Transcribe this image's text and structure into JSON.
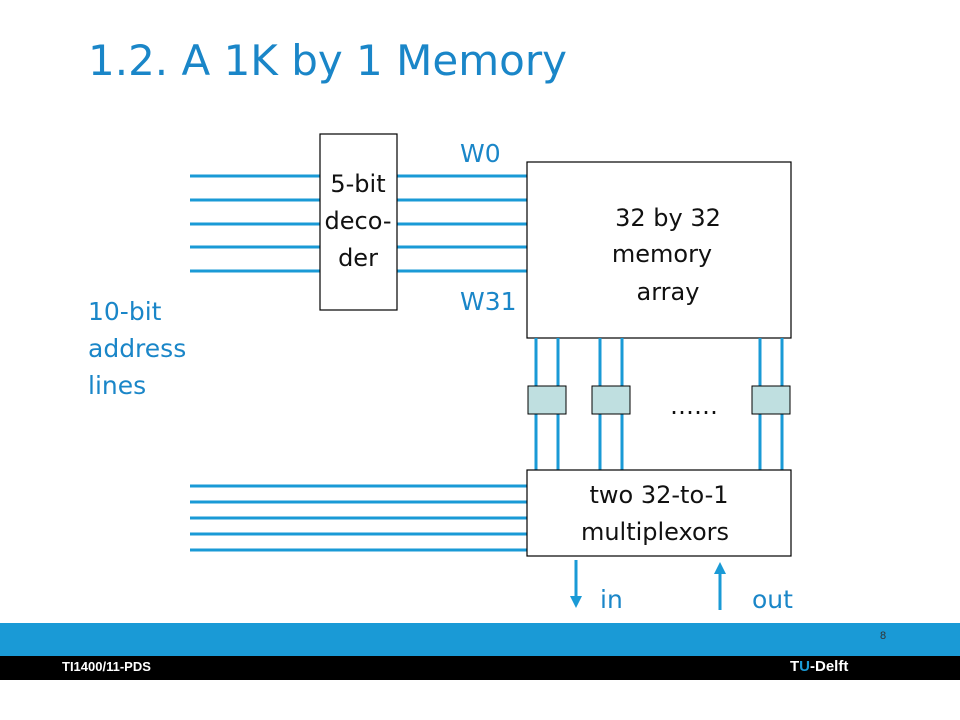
{
  "slide": {
    "title": "1.2. A 1K by 1 Memory",
    "page_number": "8",
    "course_code": "TI1400/11-PDS",
    "brand": {
      "prefix": "T",
      "highlight": "U",
      "suffix": "-Delft"
    }
  },
  "diagram": {
    "decoder": {
      "lines": [
        "5-bit",
        "deco-",
        "der"
      ]
    },
    "word_labels": {
      "first": "W0",
      "last": "W31"
    },
    "address_label": {
      "lines": [
        "10-bit",
        "address",
        "lines"
      ]
    },
    "memory_array": {
      "lines": [
        "32 by 32",
        "memory",
        "array"
      ]
    },
    "ellipsis": "……",
    "mux": {
      "lines": [
        "two 32-to-1",
        "multiplexors"
      ]
    },
    "io": {
      "in": "in",
      "out": "out"
    }
  },
  "colors": {
    "title": "#1a86c8",
    "lines": "#1a9ad6",
    "sense_amp": "#bfdfe0",
    "footer_band": "#1a9ad6",
    "footer_bar": "#000000",
    "text": "#111111"
  }
}
